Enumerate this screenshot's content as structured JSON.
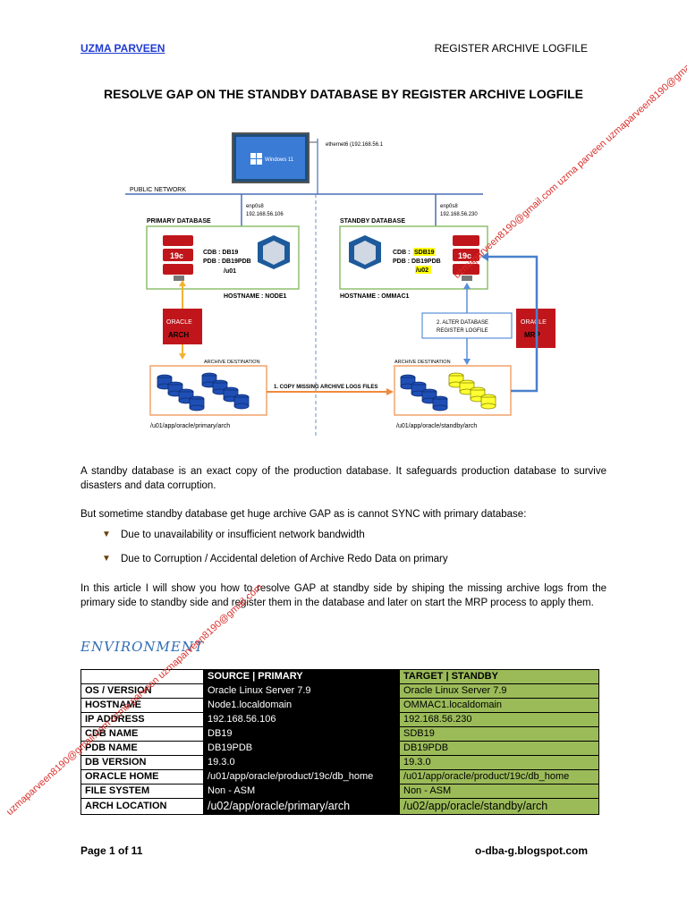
{
  "header": {
    "author": "UZMA PARVEEN",
    "topic": "REGISTER ARCHIVE LOGFILE"
  },
  "title": "RESOLVE GAP ON THE STANDBY DATABASE BY REGISTER ARCHIVE LOGFILE",
  "diagram": {
    "host_label": "ethernet6 (192.168.56.1",
    "windows_label": "Windows 11",
    "public_network": "PUBLIC NETWORK",
    "primary_nic": "enp0s8",
    "primary_ip": "192.168.56.106",
    "standby_nic": "enp0s8",
    "standby_ip": "192.168.56.230",
    "primary_title": "PRIMARY DATABASE",
    "standby_title": "STANDBY DATABASE",
    "primary_cdb": "CDB : DB19",
    "primary_pdb": "PDB : DB19PDB",
    "primary_mount": "/u01",
    "standby_cdb_label": "CDB : ",
    "standby_cdb_value": "SDB19",
    "standby_pdb": "PDB : DB19PDB",
    "standby_mount": "/u02",
    "db_version_badge": "19c",
    "primary_hostname": "HOSTNAME : NODE1",
    "standby_hostname": "HOSTNAME : OMMAC1",
    "oracle_label": "ORACLE",
    "arch_label": "ARCH",
    "mrp_label": "MRP",
    "alter_line1": "2. ALTER DATABASE",
    "alter_line2": "REGISTER LOGFILE",
    "archive_dest_label": "ARCHIVE DESTINATION",
    "copy_label": "1. COPY MISSING ARCHIVE LOGS FILES",
    "primary_arch_path": "/u01/app/oracle/primary/arch",
    "standby_arch_path": "/u01/app/oracle/standby/arch"
  },
  "body": {
    "p1": "A standby database is an exact copy of the production database. It safeguards production database to survive disasters and data corruption.",
    "p2": "But sometime standby database get huge archive GAP as is cannot SYNC with primary database:",
    "bullets": [
      "Due to unavailability or insufficient network bandwidth",
      "Due to Corruption / Accidental deletion of Archive Redo Data on primary"
    ],
    "p3": "In this article I will show you how to resolve GAP at standby side by shiping the missing archive logs from the primary side to standby side and register them in the database and later on start the MRP process to apply them."
  },
  "environment": {
    "heading": "ENVIRONMENT",
    "columns": [
      "",
      "SOURCE | PRIMARY",
      "TARGET | STANDBY"
    ],
    "rows": [
      [
        "OS / VERSION",
        "Oracle Linux Server 7.9",
        "Oracle Linux Server 7.9"
      ],
      [
        "HOSTNAME",
        "Node1.localdomain",
        "OMMAC1.localdomain"
      ],
      [
        "IP ADDRESS",
        "192.168.56.106",
        "192.168.56.230"
      ],
      [
        "CDB NAME",
        "DB19",
        "SDB19"
      ],
      [
        "PDB NAME",
        "DB19PDB",
        "DB19PDB"
      ],
      [
        "DB VERSION",
        "19.3.0",
        "19.3.0"
      ],
      [
        "ORACLE HOME",
        "/u01/app/oracle/product/19c/db_home",
        "/u01/app/oracle/product/19c/db_home"
      ],
      [
        "FILE SYSTEM",
        "Non - ASM",
        "Non - ASM"
      ],
      [
        "ARCH LOCATION",
        "/u02/app/oracle/primary/arch",
        "/u02/app/oracle/standby/arch"
      ]
    ]
  },
  "footer": {
    "page": "Page 1 of 11",
    "site": "o-dba-g.blogspot.com"
  },
  "watermark": "uzmaparveen8190@gmail.com uzma parveen uzmaparveen8190@gmail.com",
  "colors": {
    "accent": "#9bbb59",
    "title_blue": "#1f3bd1",
    "env_blue": "#2f6db3",
    "oracle_red": "#c0161b",
    "watermark_red": "#d9302b"
  }
}
